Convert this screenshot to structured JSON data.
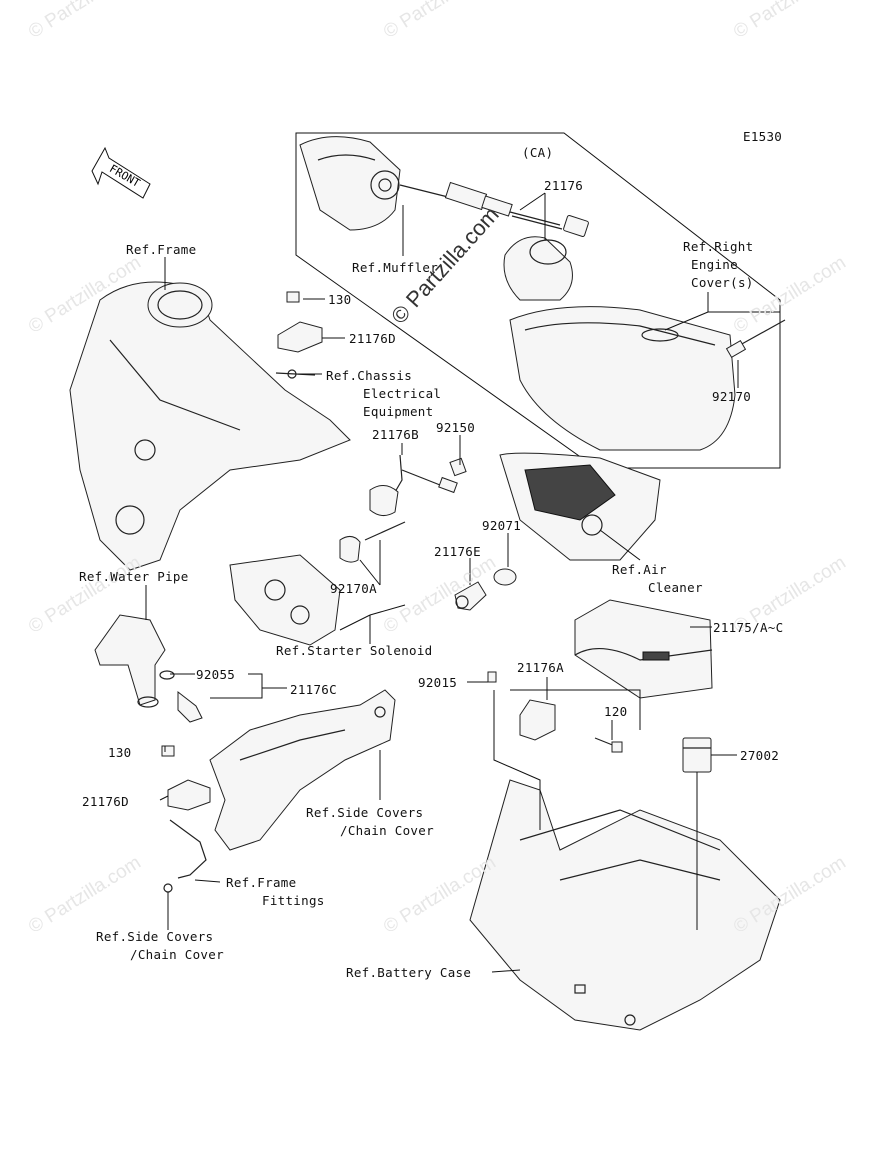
{
  "diagram_code": "E1530",
  "ca_label": "(CA)",
  "front_arrow": "FRONT",
  "watermarks": {
    "main": "© Partzilla.com",
    "faint": "© Partzilla.com"
  },
  "labels": {
    "ref_frame": "Ref.Frame",
    "ref_muffler": "Ref.Muffler",
    "p21176": "21176",
    "ref_right_engine_cover_1": "Ref.Right",
    "ref_right_engine_cover_2": "Engine",
    "ref_right_engine_cover_3": "Cover(s)",
    "p130_top": "130",
    "p21176d_top": "21176D",
    "ref_chassis_1": "Ref.Chassis",
    "ref_chassis_2": "Electrical",
    "ref_chassis_3": "Equipment",
    "p92170": "92170",
    "p21176b": "21176B",
    "p92150": "92150",
    "p92071": "92071",
    "p21176e": "21176E",
    "ref_air_cleaner_1": "Ref.Air",
    "ref_air_cleaner_2": "Cleaner",
    "ref_water_pipe": "Ref.Water Pipe",
    "p92170a": "92170A",
    "ref_starter_solenoid": "Ref.Starter Solenoid",
    "p21175": "21175/A~C",
    "p92055": "92055",
    "p21176c": "21176C",
    "p92015": "92015",
    "p21176a": "21176A",
    "p120": "120",
    "p130_bottom": "130",
    "p27002": "27002",
    "p21176d_bottom": "21176D",
    "ref_side_covers_mid_1": "Ref.Side Covers",
    "ref_side_covers_mid_2": "/Chain Cover",
    "ref_frame_fittings_1": "Ref.Frame",
    "ref_frame_fittings_2": "Fittings",
    "ref_side_covers_bot_1": "Ref.Side Covers",
    "ref_side_covers_bot_2": "/Chain Cover",
    "ref_battery_case": "Ref.Battery Case"
  }
}
